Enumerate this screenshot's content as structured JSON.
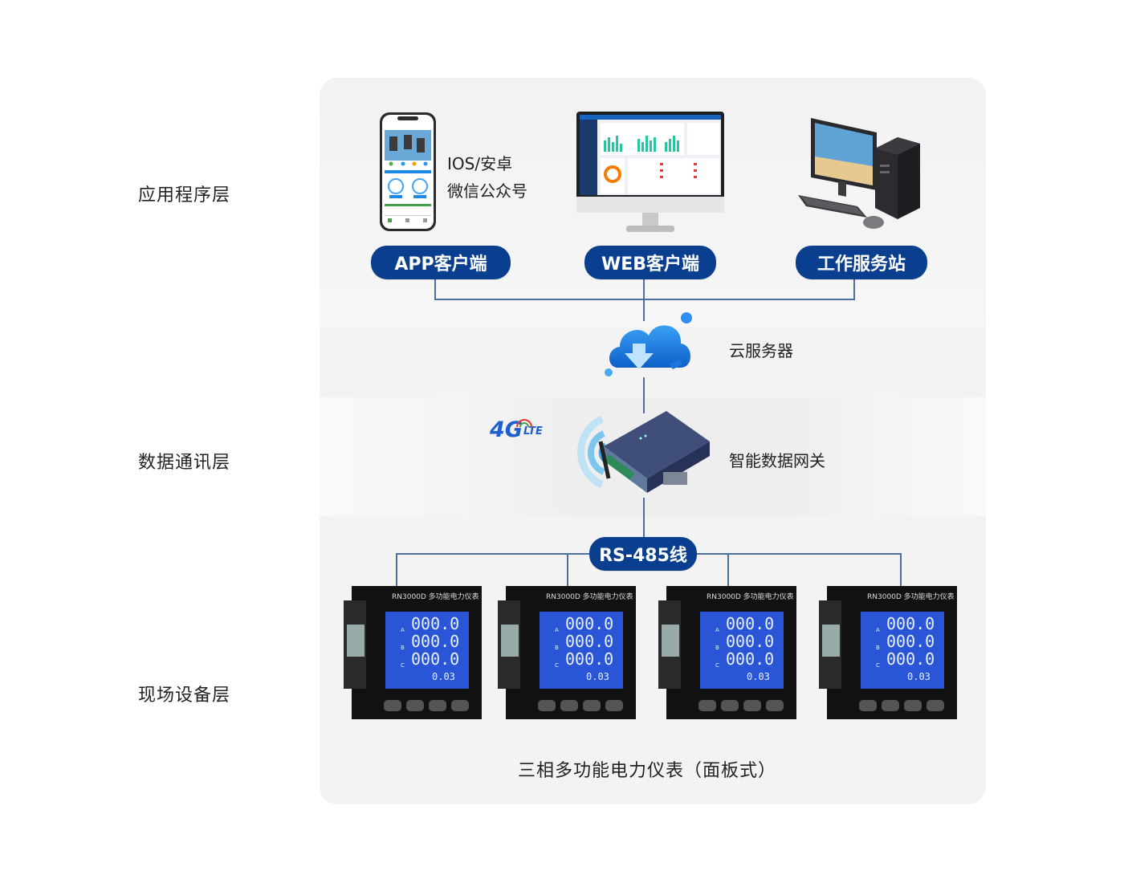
{
  "layers": {
    "application": "应用程序层",
    "communication": "数据通讯层",
    "field": "现场设备层"
  },
  "clients": {
    "app_label": "APP客户端",
    "web_label": "WEB客户端",
    "workstation_label": "工作服务站",
    "app_platforms_line1": "IOS/安卓",
    "app_platforms_line2": "微信公众号"
  },
  "cloud": {
    "label": "云服务器"
  },
  "gateway": {
    "label": "智能数据网关",
    "badge_4g": "4G",
    "badge_lte": "LTE"
  },
  "bus": {
    "label": "RS-485线"
  },
  "meters": {
    "model": "RN3000D  多功能电力仪表",
    "readings": [
      "000.0",
      "000.0",
      "000.0",
      "0.03"
    ],
    "phase_labels": [
      "A",
      "B",
      "C"
    ],
    "caption": "三相多功能电力仪表（面板式）",
    "count": 4
  },
  "colors": {
    "pill_bg": "#0a3f8f",
    "line": "#4a6fa0",
    "lcd": "#2a55d6"
  }
}
